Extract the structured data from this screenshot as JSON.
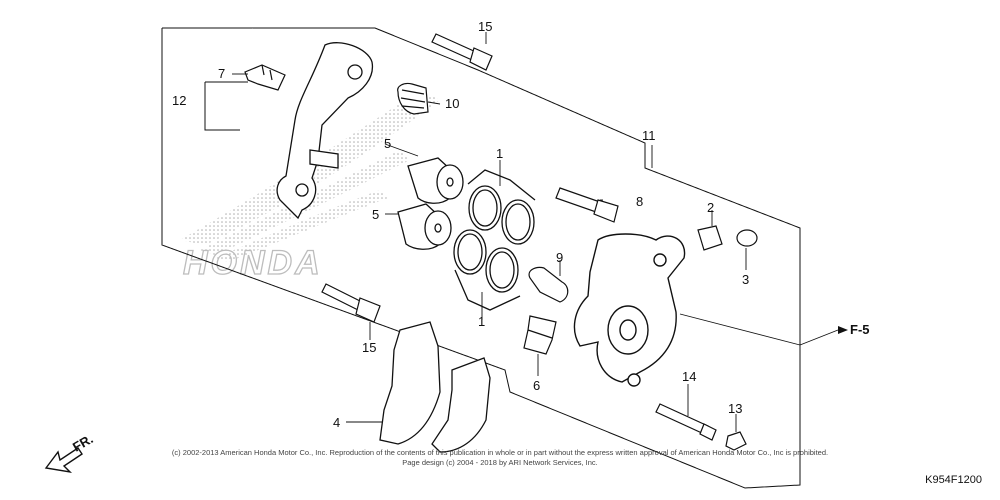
{
  "callouts": {
    "c1_top": "1",
    "c1_bottom": "1",
    "c2": "2",
    "c3": "3",
    "c4": "4",
    "c5_top": "5",
    "c5_left": "5",
    "c6": "6",
    "c7": "7",
    "c8": "8",
    "c9": "9",
    "c10": "10",
    "c11": "11",
    "c12": "12",
    "c13": "13",
    "c14": "14",
    "c15_top": "15",
    "c15_bottom": "15"
  },
  "ref": "F-5",
  "direction": "FR.",
  "watermark": "HONDA",
  "footer": {
    "copyright": "(c) 2002-2013 American Honda Motor Co., Inc. Reproduction of the contents of this publication in whole or in part without the express written approval of American Honda Motor Co., Inc is prohibited.",
    "design": "Page design (c) 2004 - 2018 by ARI Network Services, Inc."
  },
  "diagram_code": "K954F1200",
  "colors": {
    "line": "#111111",
    "watermark": "#bdbdbd",
    "background": "#ffffff"
  }
}
